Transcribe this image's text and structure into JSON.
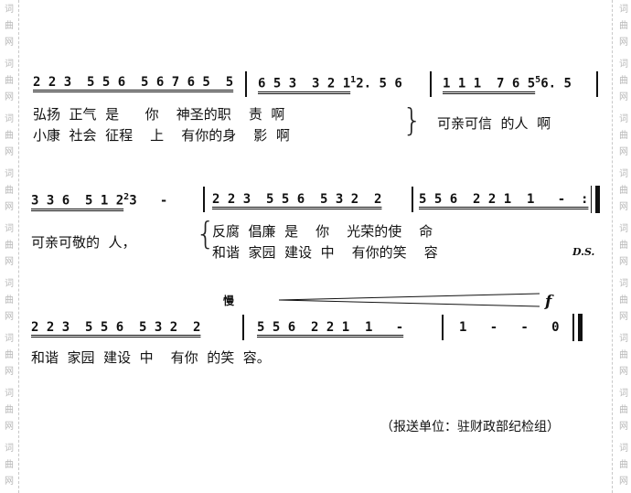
{
  "watermark": "词曲网",
  "row1": {
    "m1": "2 2 3  5 5 6  5 6 7 6 5  5",
    "m2": "6 5 3  3 2 1",
    "m2_grace": "1",
    "m2_end": "2. 5 6",
    "m3": "1 1 1  7 6 5",
    "m3_grace": "5",
    "m3_end": "6. 5",
    "lyric1": "弘扬  正气  是      你    神圣的职    责  啊",
    "lyric2": "小康  社会  征程    上    有你的身    影  啊",
    "lyric_right": "可亲可信  的人  啊"
  },
  "row2": {
    "m1": "3 3 6  5 1 2",
    "m1_grace": "2",
    "m1_end": "3   -",
    "m2": "2 2 3  5 5 6  5 3 2  2",
    "m3": "5 5 6  2 2 1  1   -  :",
    "lyric_left": "可亲可敬的  人，",
    "lyric1": "反腐  倡廉  是    你    光荣的使    命",
    "lyric2": "和谐  家园  建设  中    有你的笑    容",
    "ds": "D.S."
  },
  "row3": {
    "tempo": "慢",
    "dynamic": "f",
    "m1": "2 2 3  5 5 6  5 3 2  2",
    "m2": "5 5 6  2 2 1  1   -",
    "m3": "1   -   -   0",
    "lyric": "和谐  家园  建设  中    有你  的笑  容。"
  },
  "footer": "（报送单位：驻财政部纪检组）"
}
